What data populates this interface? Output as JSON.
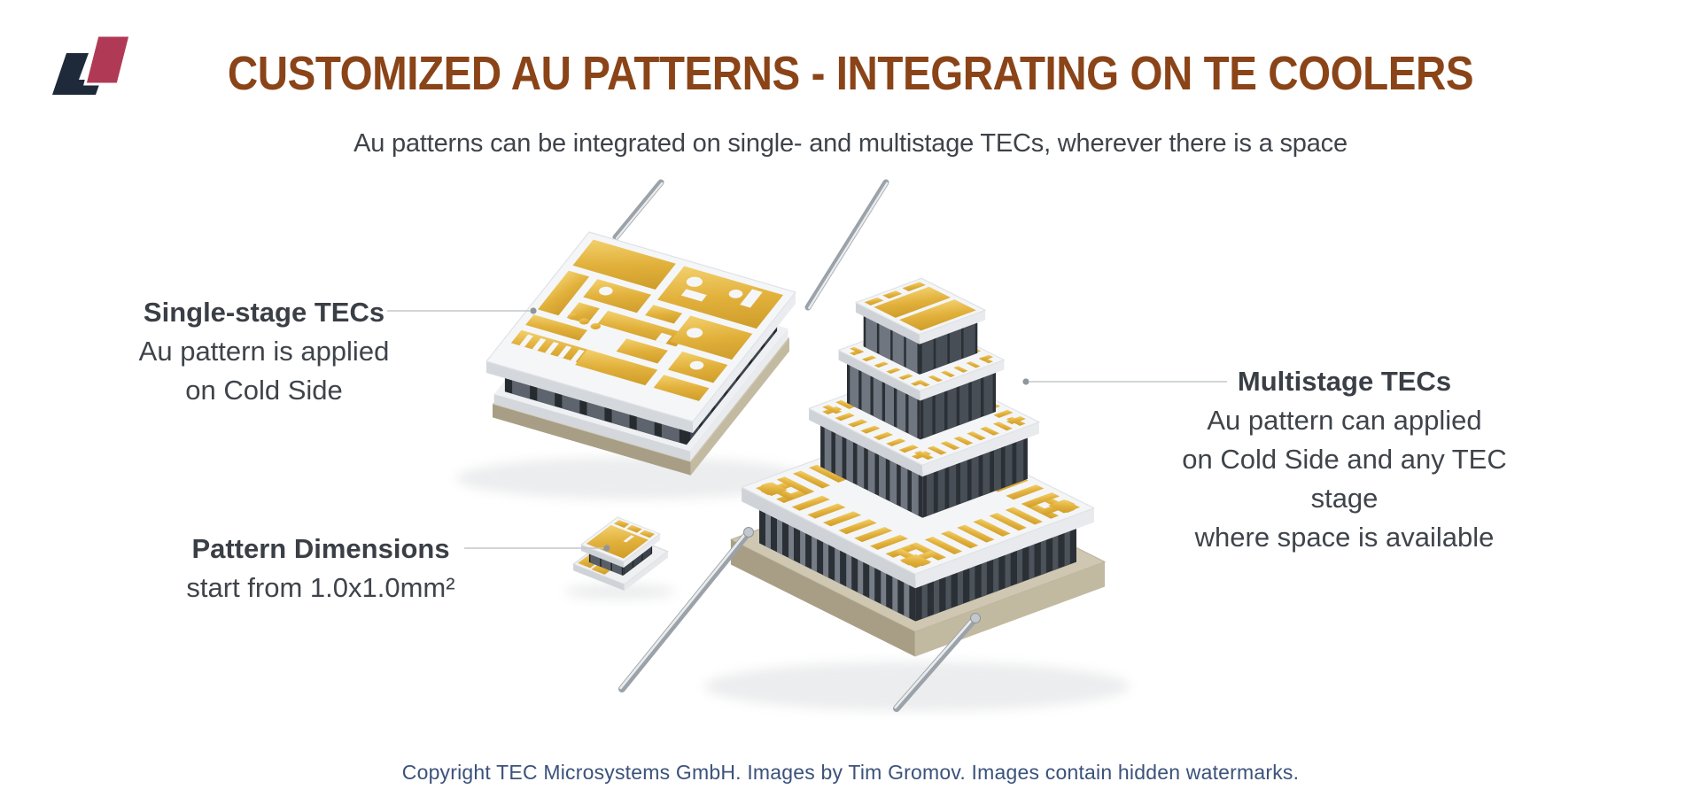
{
  "slide": {
    "title": "CUSTOMIZED AU PATTERNS - INTEGRATING ON TE COOLERS",
    "subtitle": "Au patterns can be integrated on single- and multistage TECs, wherever there is a space",
    "footer": "Copyright TEC Microsystems GmbH. Images by Tim Gromov. Images contain hidden watermarks."
  },
  "callouts": {
    "single_stage": {
      "heading": "Single-stage TECs",
      "lines": [
        "Au pattern is applied",
        "on Cold Side"
      ]
    },
    "pattern_dimensions": {
      "heading": "Pattern Dimensions",
      "lines": [
        "start from 1.0x1.0mm²"
      ]
    },
    "multistage": {
      "heading": "Multistage TECs",
      "lines": [
        "Au pattern can applied",
        "on Cold Side and any TEC stage",
        "where  space is available"
      ]
    }
  },
  "colors": {
    "title_brown": "#8a4418",
    "body_text_gray": "#3f444b",
    "footer_blue": "#3b527b",
    "gold_au": "#e2b13c",
    "logo_navy": "#1e2a3a",
    "logo_red": "#b03a55",
    "ceramic_white": "#f4f5f7",
    "callout_line_gray": "#c4c7cb"
  }
}
